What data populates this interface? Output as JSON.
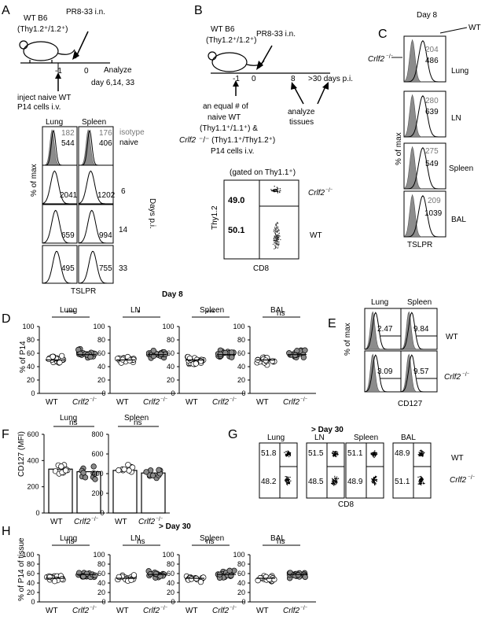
{
  "panelA": {
    "letter": "A",
    "mouse_label_1": "WT B6",
    "mouse_label_2": "(Thy1.2⁺/1.2⁺)",
    "infect": "PR8-33 i.n.",
    "t_neg1": "-1",
    "t_0": "0",
    "analyze": "Analyze",
    "days": "day 6,14, 33",
    "inject_1": "inject naive WT",
    "inject_2": "P14 cells i.v.",
    "col_lung": "Lung",
    "col_spleen": "Spleen",
    "y_axis": "% of max",
    "x_axis": "TSLPR",
    "side_label": "Days p.i.",
    "rows": [
      {
        "label1": "isotype",
        "label2": "naive",
        "lung_top": "182",
        "lung_bot": "544",
        "spl_top": "176",
        "spl_bot": "406"
      },
      {
        "label1": "6",
        "lung": "2041",
        "spl": "1202"
      },
      {
        "label1": "14",
        "lung": "659",
        "spl": "994"
      },
      {
        "label1": "33",
        "lung": "495",
        "spl": "755"
      }
    ]
  },
  "panelB": {
    "letter": "B",
    "mouse_label_1": "WT B6",
    "mouse_label_2": "(Thy1.2⁺/1.2⁺)",
    "infect": "PR8-33 i.n.",
    "t_neg1": "-1",
    "t_0": "0",
    "t_8": "8",
    "t_30": ">30 days p.i.",
    "transfer_1": "an equal # of",
    "transfer_2": "naive  WT",
    "transfer_3": "(Thy1.1⁺/1.1⁺) &",
    "transfer_4a": "Crlf2",
    "transfer_4b": " ⁻/⁻ (Thy1.1⁺/Thy1.2⁺)",
    "transfer_5": "P14 cells i.v.",
    "analyze_1": "analyze",
    "analyze_2": "tissues",
    "gated": "(gated on Thy1.1⁺)",
    "q_top": "49.0",
    "q_bot": "50.1",
    "ko": "Crlf2",
    "ko_sup": " ⁻/⁻",
    "wt": "WT",
    "y_axis": "Thy1.2",
    "x_axis": "CD8"
  },
  "panelC": {
    "letter": "C",
    "title": "Day 8",
    "wt": "WT",
    "ko": "Crlf2",
    "ko_sup": " ⁻/⁻",
    "y_axis": "% of max",
    "x_axis": "TSLPR",
    "rows": [
      {
        "tissue": "Lung",
        "top": "204",
        "bot": "486"
      },
      {
        "tissue": "LN",
        "top": "280",
        "bot": "639"
      },
      {
        "tissue": "Spleen",
        "top": "275",
        "bot": "549"
      },
      {
        "tissue": "BAL",
        "top": "209",
        "bot": "1039"
      }
    ]
  },
  "panelD": {
    "letter": "D",
    "title": "Day 8",
    "y_axis": "% of P14",
    "y_ticks": [
      "0",
      "20",
      "40",
      "60",
      "80",
      "100"
    ],
    "x_wt": "WT",
    "x_ko": "Crlf2",
    "x_ko_sup": " ⁻/⁻",
    "groups": [
      {
        "tissue": "Lung",
        "sig": "***"
      },
      {
        "tissue": "LN",
        "sig": "*"
      },
      {
        "tissue": "Spleen",
        "sig": "***"
      },
      {
        "tissue": "BAL",
        "sig": "ns"
      }
    ]
  },
  "panelE": {
    "letter": "E",
    "col_lung": "Lung",
    "col_spleen": "Spleen",
    "y_axis": "% of max",
    "x_axis": "CD127",
    "wt": "WT",
    "ko": "Crlf2",
    "ko_sup": " ⁻/⁻",
    "vals": [
      [
        "2.47",
        "9.84"
      ],
      [
        "3.09",
        "9.57"
      ]
    ]
  },
  "panelF": {
    "letter": "F",
    "y_axis": "CD127 (MFI)",
    "lung": {
      "title": "Lung",
      "sig": "ns",
      "ticks": [
        "0",
        "200",
        "400",
        "600"
      ]
    },
    "spleen": {
      "title": "Spleen",
      "sig": "ns",
      "ticks": [
        "0",
        "200",
        "400",
        "600",
        "800"
      ]
    },
    "x_wt": "WT",
    "x_ko": "Crlf2",
    "x_ko_sup": " ⁻/⁻"
  },
  "panelG": {
    "letter": "G",
    "title": "> Day 30",
    "x_axis": "CD8",
    "wt": "WT",
    "ko": "Crlf2",
    "ko_sup": " ⁻/⁻",
    "plots": [
      {
        "tissue": "Lung",
        "top": "51.8",
        "bot": "48.2"
      },
      {
        "tissue": "LN",
        "top": "51.5",
        "bot": "48.5"
      },
      {
        "tissue": "Spleen",
        "top": "51.1",
        "bot": "48.9"
      },
      {
        "tissue": "BAL",
        "top": "48.9",
        "bot": "51.1"
      }
    ]
  },
  "panelH": {
    "letter": "H",
    "title": "> Day 30",
    "y_axis": "% of P14 of tissue",
    "y_ticks": [
      "0",
      "20",
      "40",
      "60",
      "80",
      "100"
    ],
    "x_wt": "WT",
    "x_ko": "Crlf2",
    "x_ko_sup": " ⁻/⁻",
    "groups": [
      {
        "tissue": "Lung",
        "sig": "ns"
      },
      {
        "tissue": "LN",
        "sig": "ns"
      },
      {
        "tissue": "Spleen",
        "sig": "ns"
      },
      {
        "tissue": "BAL",
        "sig": "ns"
      }
    ]
  },
  "colors": {
    "ink": "#000000",
    "gray_fill": "#8c8c8c",
    "dot_gray": "#8a8a8a",
    "grey_text": "#777777"
  }
}
